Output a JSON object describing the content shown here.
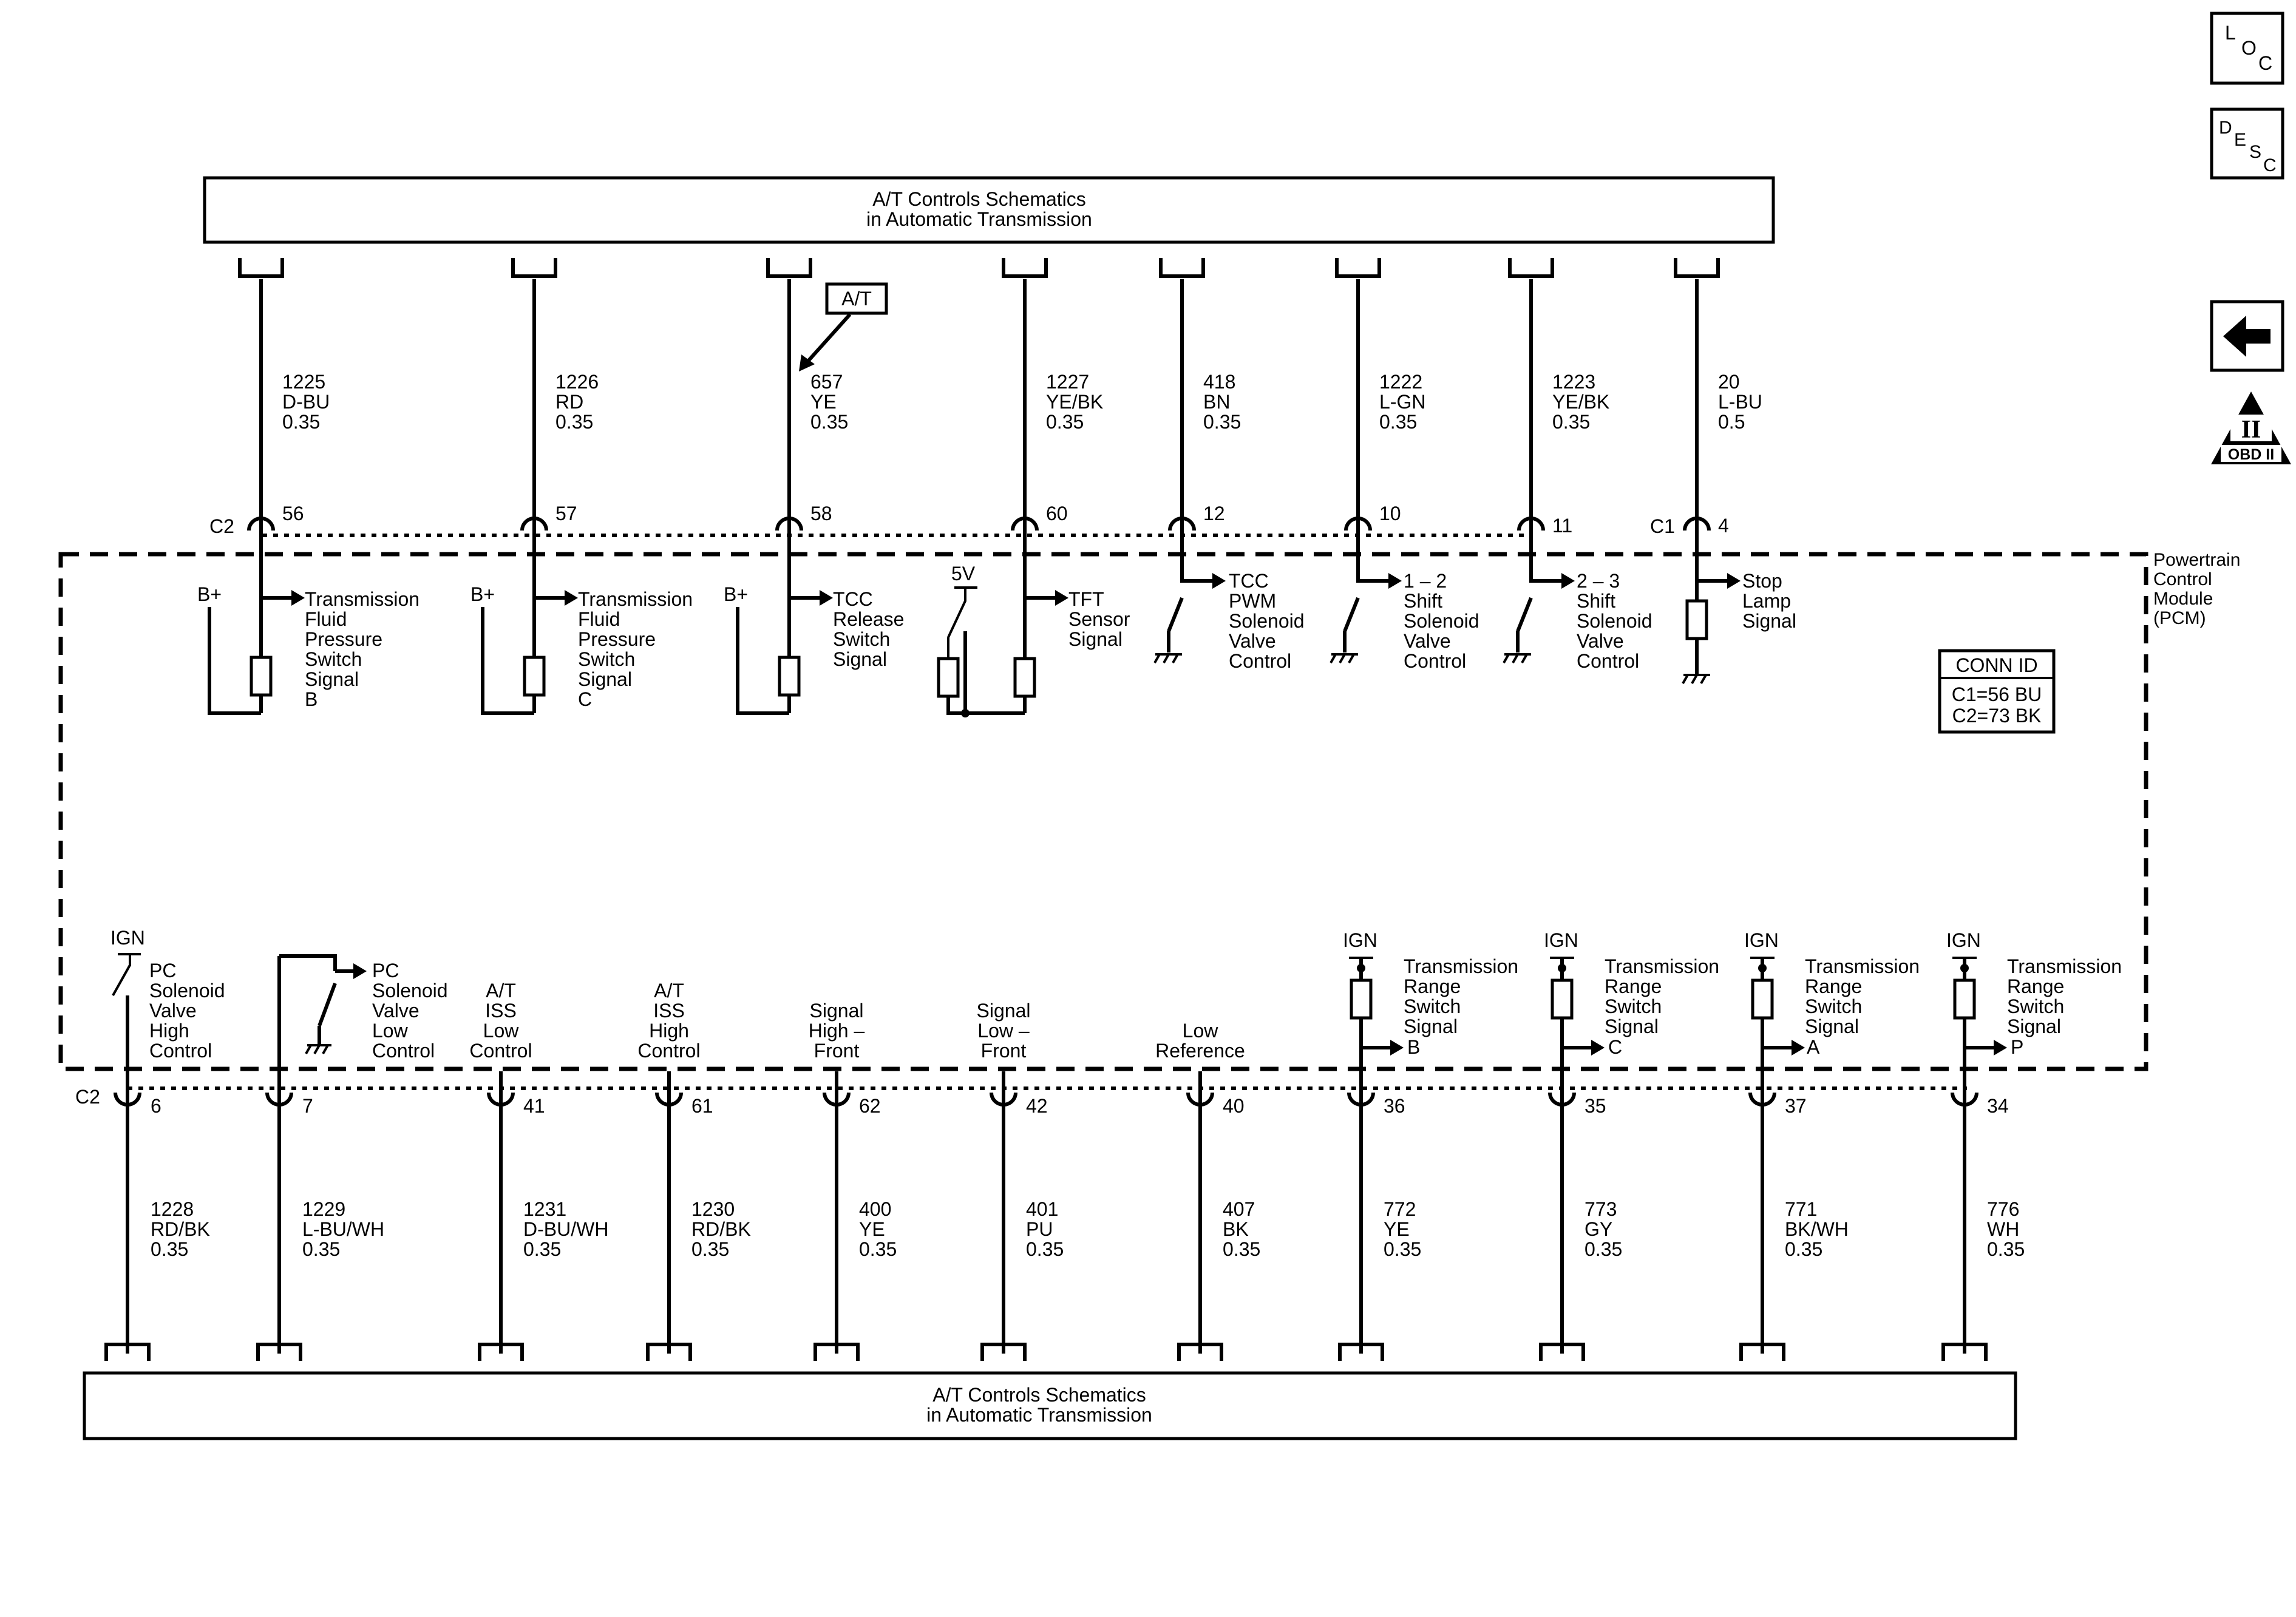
{
  "top_harness": {
    "line1": "A/T Controls Schematics",
    "line2": "in Automatic Transmission"
  },
  "bottom_harness": {
    "line1": "A/T Controls Schematics",
    "line2": "in Automatic Transmission"
  },
  "pcm_label": [
    "Powertrain",
    "Control",
    "Module",
    "(PCM)"
  ],
  "conn_id": {
    "title": "CONN ID",
    "lines": [
      "C1=56 BU",
      "C2=73 BK"
    ]
  },
  "at_tag": "A/T",
  "top_connectors": {
    "c2": "C2",
    "c1": "C1"
  },
  "bottom_connector": "C2",
  "top_wires": [
    {
      "circuit": "1225",
      "color": "D-BU",
      "gauge": "0.35",
      "pin": "56",
      "signal": [
        "Transmission",
        "Fluid",
        "Pressure",
        "Switch",
        "Signal",
        "B"
      ],
      "supply": "B+"
    },
    {
      "circuit": "1226",
      "color": "RD",
      "gauge": "0.35",
      "pin": "57",
      "signal": [
        "Transmission",
        "Fluid",
        "Pressure",
        "Switch",
        "Signal",
        "C"
      ],
      "supply": "B+"
    },
    {
      "circuit": "657",
      "color": "YE",
      "gauge": "0.35",
      "pin": "58",
      "signal": [
        "TCC",
        "Release",
        "Switch",
        "Signal"
      ],
      "supply": "B+"
    },
    {
      "circuit": "1227",
      "color": "YE/BK",
      "gauge": "0.35",
      "pin": "60",
      "signal": [
        "TFT",
        "Sensor",
        "Signal"
      ],
      "supply": "5V"
    },
    {
      "circuit": "418",
      "color": "BN",
      "gauge": "0.35",
      "pin": "12",
      "signal": [
        "TCC",
        "PWM",
        "Solenoid",
        "Valve",
        "Control"
      ]
    },
    {
      "circuit": "1222",
      "color": "L-GN",
      "gauge": "0.35",
      "pin": "10",
      "signal": [
        "1 – 2",
        "Shift",
        "Solenoid",
        "Valve",
        "Control"
      ]
    },
    {
      "circuit": "1223",
      "color": "YE/BK",
      "gauge": "0.35",
      "pin": "11",
      "signal": [
        "2 – 3",
        "Shift",
        "Solenoid",
        "Valve",
        "Control"
      ]
    },
    {
      "circuit": "20",
      "color": "L-BU",
      "gauge": "0.5",
      "pin": "4",
      "signal": [
        "Stop",
        "Lamp",
        "Signal"
      ]
    }
  ],
  "bottom_wires": [
    {
      "circuit": "1228",
      "color": "RD/BK",
      "gauge": "0.35",
      "pin": "6",
      "signal": [
        "PC",
        "Solenoid",
        "Valve",
        "High",
        "Control"
      ],
      "supply": "IGN"
    },
    {
      "circuit": "1229",
      "color": "L-BU/WH",
      "gauge": "0.35",
      "pin": "7",
      "signal": [
        "PC",
        "Solenoid",
        "Valve",
        "Low",
        "Control"
      ]
    },
    {
      "circuit": "1231",
      "color": "D-BU/WH",
      "gauge": "0.35",
      "pin": "41",
      "signal": [
        "A/T",
        "ISS",
        "Low",
        "Control"
      ]
    },
    {
      "circuit": "1230",
      "color": "RD/BK",
      "gauge": "0.35",
      "pin": "61",
      "signal": [
        "A/T",
        "ISS",
        "High",
        "Control"
      ]
    },
    {
      "circuit": "400",
      "color": "YE",
      "gauge": "0.35",
      "pin": "62",
      "signal": [
        "Signal",
        "High –",
        "Front"
      ]
    },
    {
      "circuit": "401",
      "color": "PU",
      "gauge": "0.35",
      "pin": "42",
      "signal": [
        "Signal",
        "Low –",
        "Front"
      ]
    },
    {
      "circuit": "407",
      "color": "BK",
      "gauge": "0.35",
      "pin": "40",
      "signal": [
        "Low",
        "Reference"
      ]
    },
    {
      "circuit": "772",
      "color": "YE",
      "gauge": "0.35",
      "pin": "36",
      "signal": [
        "Transmission",
        "Range",
        "Switch",
        "Signal",
        "B"
      ],
      "supply": "IGN"
    },
    {
      "circuit": "773",
      "color": "GY",
      "gauge": "0.35",
      "pin": "35",
      "signal": [
        "Transmission",
        "Range",
        "Switch",
        "Signal",
        "C"
      ],
      "supply": "IGN"
    },
    {
      "circuit": "771",
      "color": "BK/WH",
      "gauge": "0.35",
      "pin": "37",
      "signal": [
        "Transmission",
        "Range",
        "Switch",
        "Signal",
        "A"
      ],
      "supply": "IGN"
    },
    {
      "circuit": "776",
      "color": "WH",
      "gauge": "0.35",
      "pin": "34",
      "signal": [
        "Transmission",
        "Range",
        "Switch",
        "Signal",
        "P"
      ],
      "supply": "IGN"
    }
  ],
  "side_buttons": {
    "loc": {
      "a": "L",
      "b": "O",
      "c": "C"
    },
    "desc": {
      "a": "D",
      "b": "E",
      "c": "S",
      "d": "C"
    },
    "back_icon": "left-arrow-icon",
    "obd_icon": "obd-ii-icon",
    "obd_mark": "II",
    "obd_text": "OBD II"
  }
}
